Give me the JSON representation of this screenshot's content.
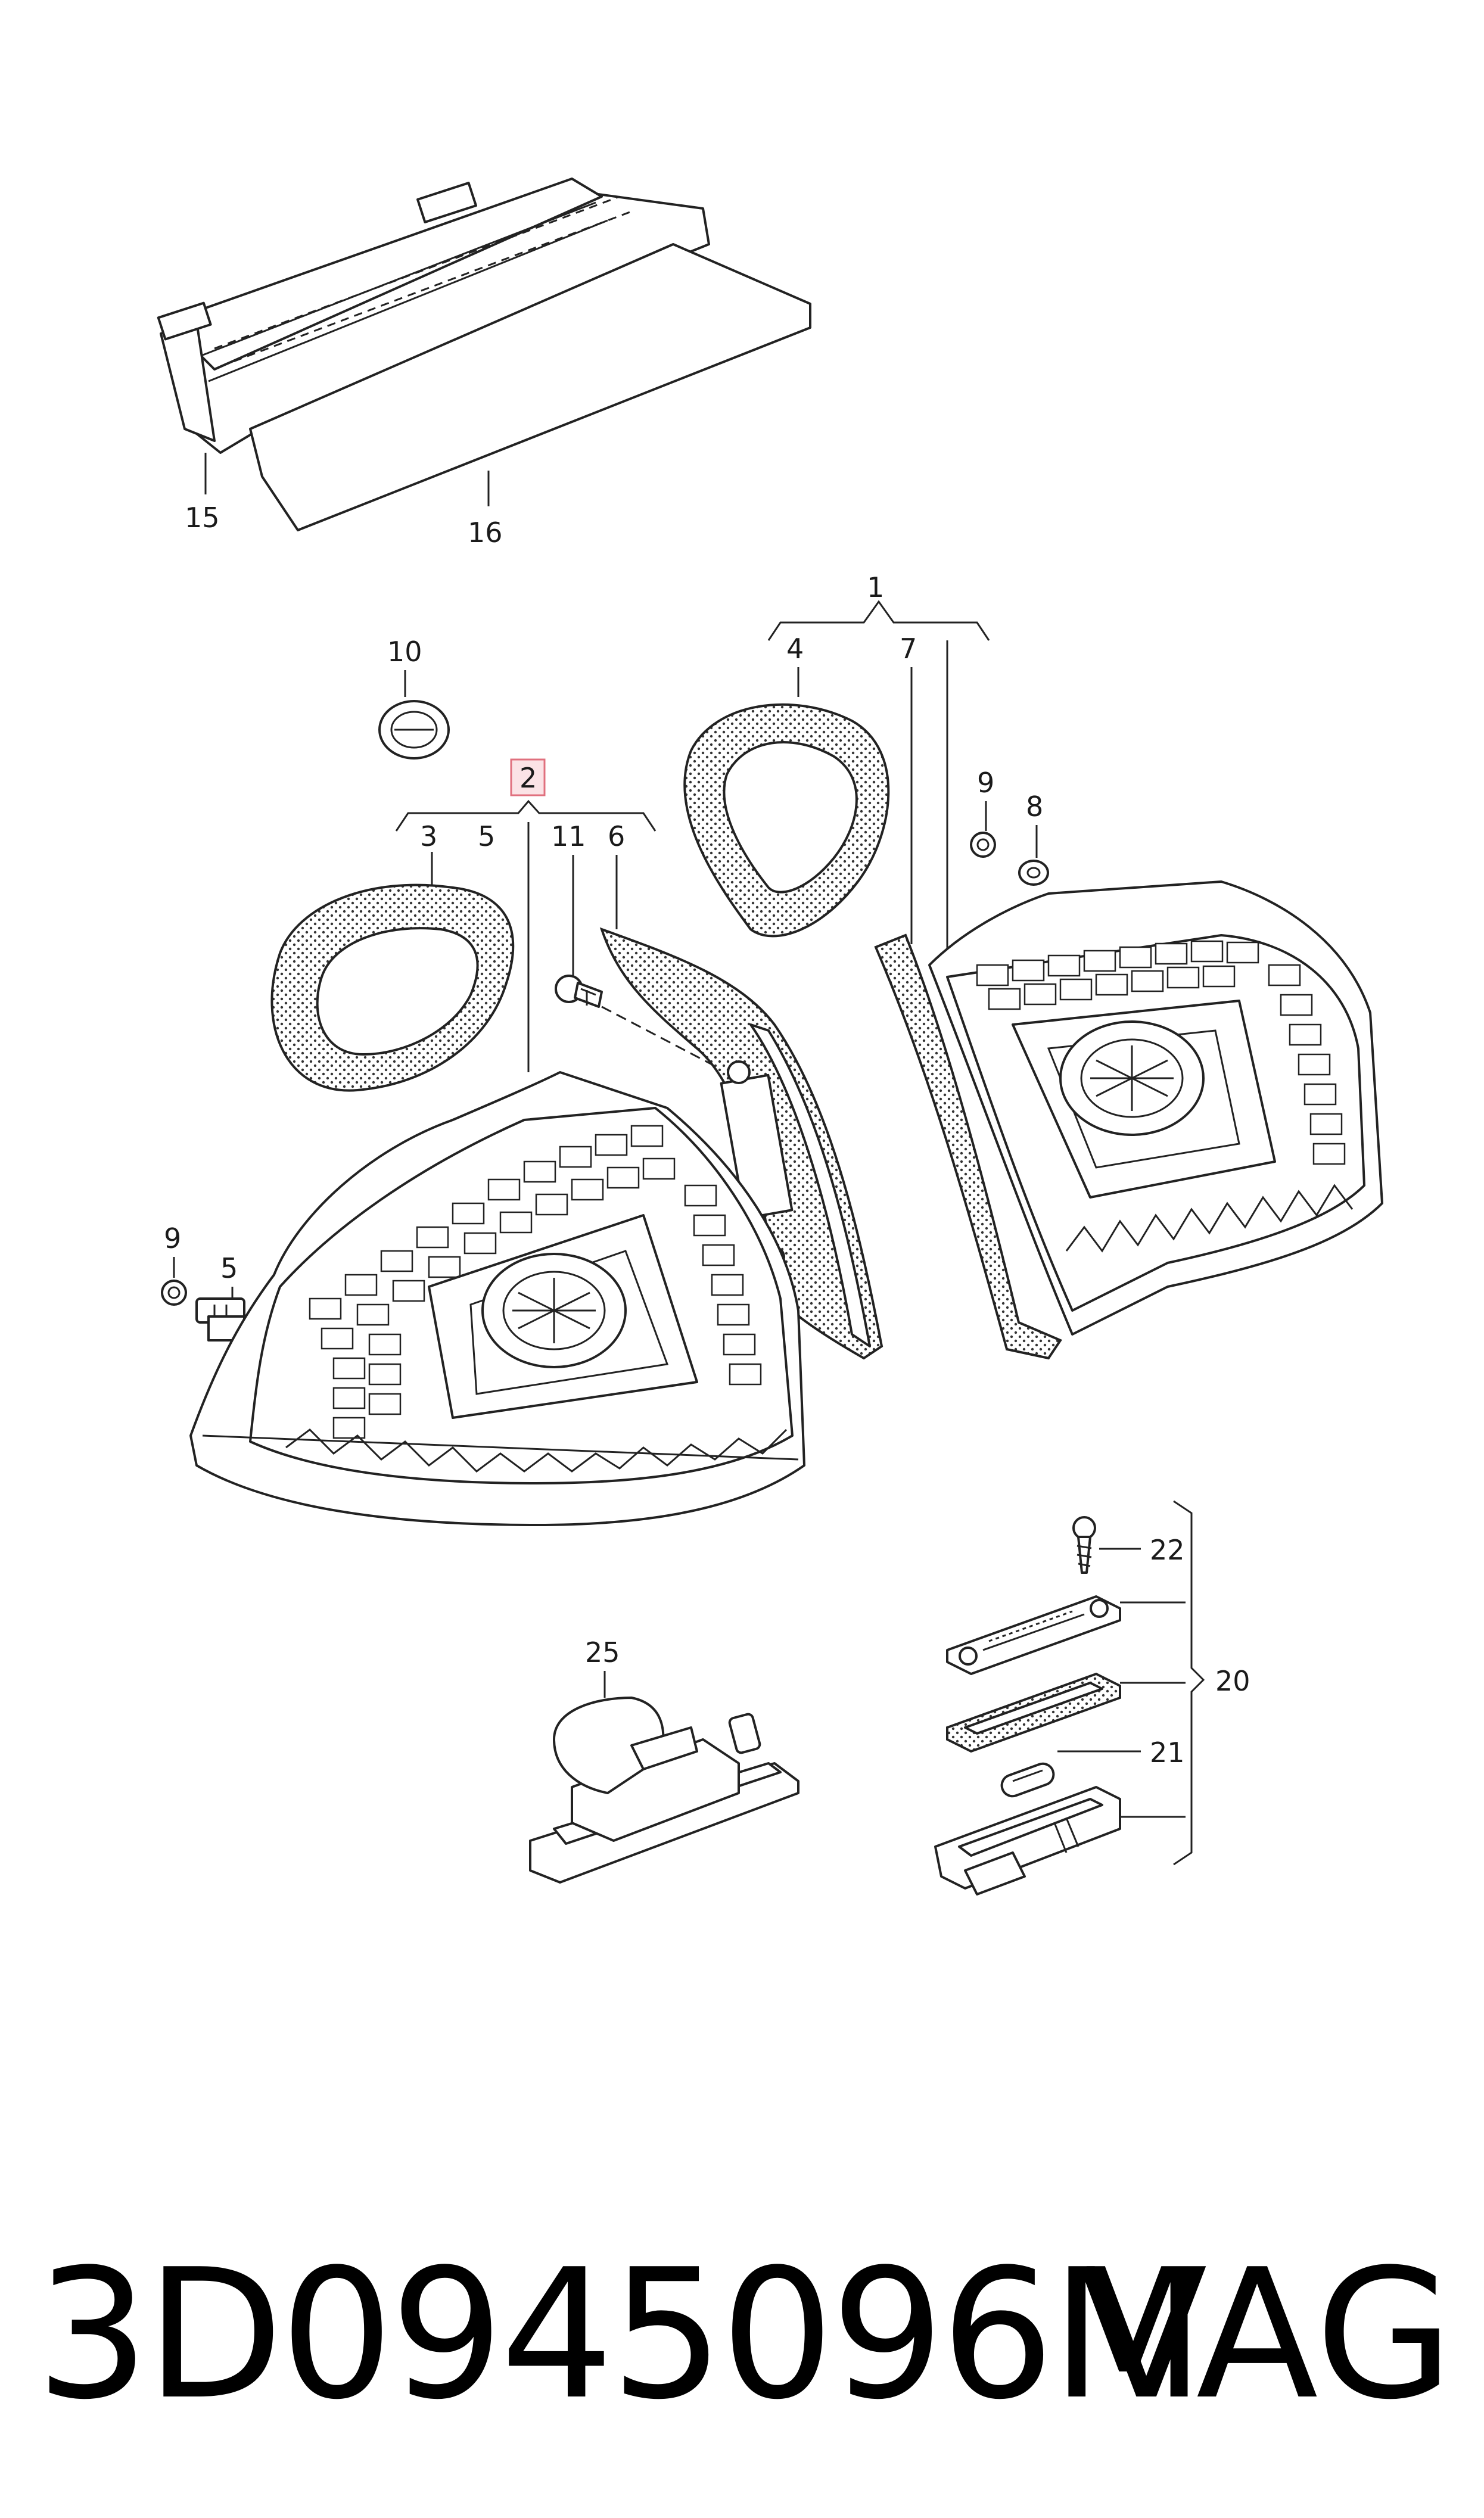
{
  "diagram": {
    "callouts": {
      "c1": "1",
      "c2": "2",
      "c3": "3",
      "c4": "4",
      "c5a": "5",
      "c5b": "5",
      "c6": "6",
      "c7": "7",
      "c8": "8",
      "c9a": "9",
      "c9b": "9",
      "c10": "10",
      "c11": "11",
      "c15": "15",
      "c16": "16",
      "c20": "20",
      "c21": "21",
      "c22": "22",
      "c25": "25"
    },
    "highlight_color": "#e0707e"
  },
  "footer": {
    "part_number": "3D0945096M",
    "brand": "VAG"
  }
}
